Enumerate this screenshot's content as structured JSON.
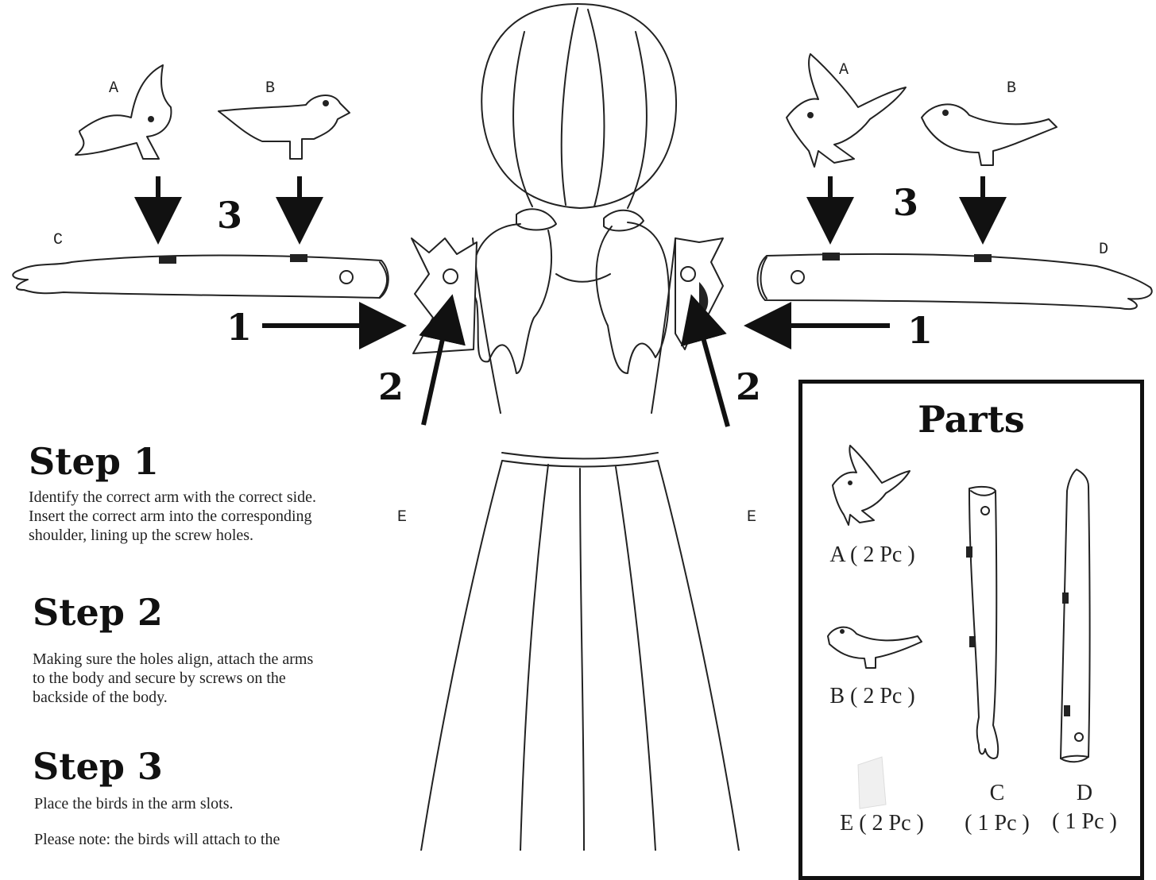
{
  "diagram": {
    "labels": {
      "left_bird_a": "A",
      "left_bird_b": "B",
      "right_bird_a": "A",
      "right_bird_b": "B",
      "left_arm": "C",
      "right_arm": "D",
      "left_shoulder": "E",
      "right_shoulder": "E"
    },
    "step_numbers": {
      "left_3": "3",
      "right_3": "3",
      "left_1": "1",
      "right_1": "1",
      "left_2": "2",
      "right_2": "2"
    }
  },
  "steps": [
    {
      "title": "Step 1",
      "text": "Identify the correct arm with the correct side. Insert the correct arm into the corresponding shoulder, lining up the screw holes."
    },
    {
      "title": "Step 2",
      "text": "Making sure the holes align, attach the arms to the body and secure by screws on the backside of the body."
    },
    {
      "title": "Step 3",
      "text": "Place the birds in the arm slots.",
      "note": "Please note: the birds will attach to the"
    }
  ],
  "parts": {
    "title": "Parts",
    "items": [
      {
        "caption": "A ( 2 Pc )"
      },
      {
        "caption": "B ( 2 Pc )"
      },
      {
        "caption": "E ( 2 Pc )"
      },
      {
        "caption_letter": "C",
        "caption_qty": "( 1 Pc )"
      },
      {
        "caption_letter": "D",
        "caption_qty": "( 1 Pc )"
      }
    ]
  }
}
